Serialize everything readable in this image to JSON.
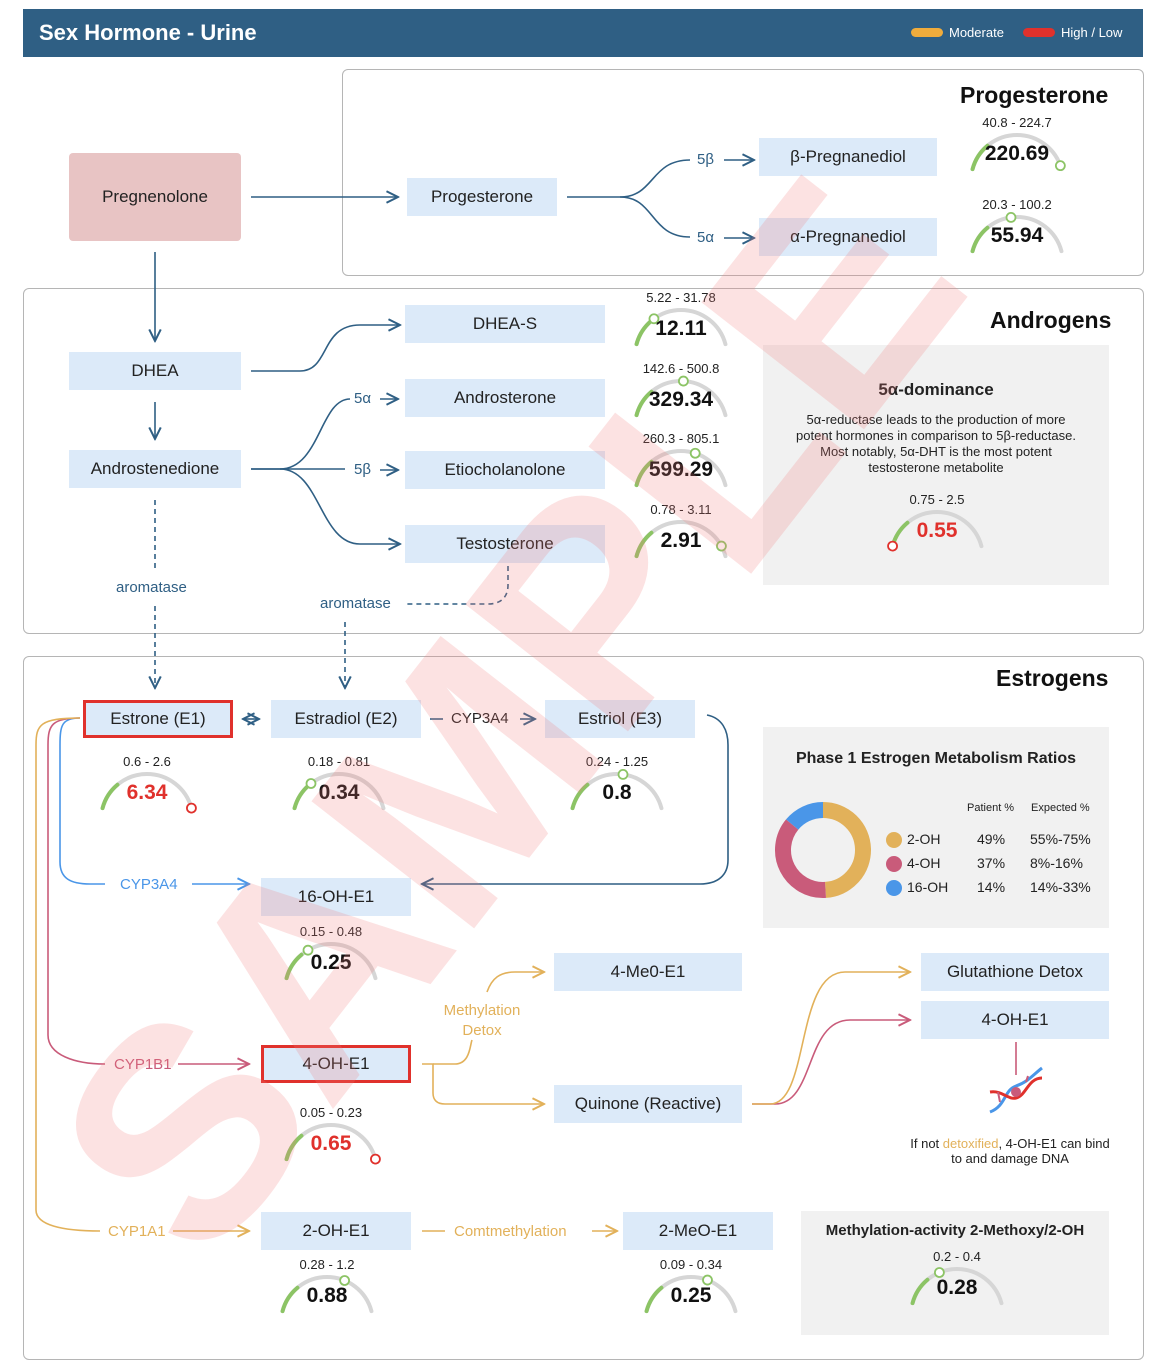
{
  "header": {
    "title": "Sex Hormone - Urine",
    "legend_moderate": "Moderate",
    "legend_highlow": "High / Low"
  },
  "colors": {
    "header": "#2f5f84",
    "moderate": "#f0ac3c",
    "highlow": "#e0312c",
    "normal_arc": "#8cc465",
    "box": "#dceaf9"
  },
  "watermark": "SAMPLE",
  "progesterone": {
    "title": "Progesterone",
    "pregnenolone": "Pregnenolone",
    "progesterone": "Progesterone",
    "beta_label": "5β",
    "alpha_label": "5α",
    "beta_preg": {
      "name": "β-Pregnanediol",
      "range": "40.8 - 224.7",
      "value": "220.69",
      "level": 0.97,
      "status": "normal"
    },
    "alpha_preg": {
      "name": "α-Pregnanediol",
      "range": "20.3 - 100.2",
      "value": "55.94",
      "level": 0.45,
      "status": "normal"
    }
  },
  "androgens": {
    "title": "Androgens",
    "dhea": "DHEA",
    "androstenedione": "Androstenedione",
    "alpha_label": "5α",
    "beta_label": "5β",
    "aromatase_left": "aromatase",
    "aromatase_right": "aromatase",
    "dheas": {
      "name": "DHEA-S",
      "range": "5.22 - 31.78",
      "value": "12.11",
      "level": 0.26,
      "status": "normal"
    },
    "androsterone": {
      "name": "Androsterone",
      "range": "142.6 - 500.8",
      "value": "329.34",
      "level": 0.52,
      "status": "normal"
    },
    "etiocholanolone": {
      "name": "Etiocholanolone",
      "range": "260.3 - 805.1",
      "value": "599.29",
      "level": 0.62,
      "status": "normal"
    },
    "testosterone": {
      "name": "Testosterone",
      "range": "0.78 - 3.11",
      "value": "2.91",
      "level": 0.91,
      "status": "normal"
    },
    "dominance": {
      "title": "5α-dominance",
      "text": "5α-reductase leads to the production of more potent hormones in comparison to 5β-reductase. Most notably, 5α-DHT is the most potent testosterone metabolite",
      "range": "0.75 - 2.5",
      "value": "0.55",
      "level": 0.0,
      "status": "low"
    }
  },
  "estrogens": {
    "title": "Estrogens",
    "estrone": {
      "name": "Estrone (E1)",
      "range": "0.6 - 2.6",
      "value": "6.34",
      "level": 1.0,
      "status": "high"
    },
    "estradiol": {
      "name": "Estradiol (E2)",
      "range": "0.18 - 0.81",
      "value": "0.34",
      "level": 0.25,
      "status": "normal"
    },
    "estriol": {
      "name": "Estriol (E3)",
      "range": "0.24 - 1.25",
      "value": "0.8",
      "level": 0.55,
      "status": "normal"
    },
    "cyp3a4_top": "CYP3A4",
    "cyp3a4_left": "CYP3A4",
    "cyp1b1": "CYP1B1",
    "cyp1a1": "CYP1A1",
    "oh16": {
      "name": "16-OH-E1",
      "range": "0.15 - 0.48",
      "value": "0.25",
      "level": 0.3,
      "status": "normal"
    },
    "oh4": {
      "name": "4-OH-E1",
      "range": "0.05 - 0.23",
      "value": "0.65",
      "level": 1.0,
      "status": "high"
    },
    "oh2": {
      "name": "2-OH-E1",
      "range": "0.28 - 1.2",
      "value": "0.88",
      "level": 0.65,
      "status": "normal"
    },
    "meo2": {
      "name": "2-MeO-E1",
      "range": "0.09 - 0.34",
      "value": "0.25",
      "level": 0.64,
      "status": "normal"
    },
    "me4": "4-Me0-E1",
    "methylation_detox": "Methylation\nDetox",
    "quinone": "Quinone (Reactive)",
    "glutathione": "Glutathione Detox",
    "oh4_right": "4-OH-E1",
    "comt": "Comtmethylation",
    "dna_note_pre": "If not ",
    "dna_note_highlight": "detoxified",
    "dna_note_post": ", 4-OH-E1 can bind to and damage DNA",
    "ratios": {
      "title": "Phase 1 Estrogen Metabolism Ratios",
      "col_patient": "Patient %",
      "col_expected": "Expected %",
      "rows": [
        {
          "name": "2-OH",
          "patient": "49%",
          "expected": "55%-75%",
          "color": "#e2b15a",
          "pct": 49
        },
        {
          "name": "4-OH",
          "patient": "37%",
          "expected": "8%-16%",
          "color": "#c95b7a",
          "pct": 37
        },
        {
          "name": "16-OH",
          "patient": "14%",
          "expected": "14%-33%",
          "color": "#4a96e8",
          "pct": 14
        }
      ]
    },
    "methylation_activity": {
      "title": "Methylation-activity 2-Methoxy/2-OH",
      "range": "0.2 - 0.4",
      "value": "0.28",
      "level": 0.35,
      "status": "normal"
    }
  }
}
